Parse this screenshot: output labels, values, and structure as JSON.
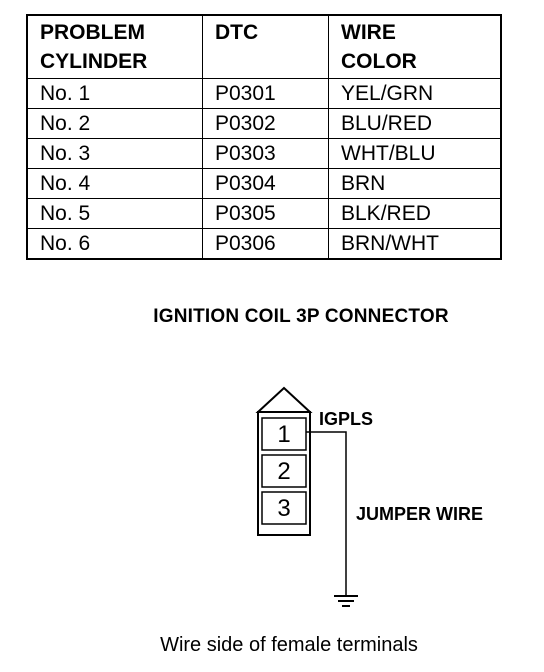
{
  "table": {
    "headers": [
      [
        "PROBLEM",
        "CYLINDER"
      ],
      [
        "DTC"
      ],
      [
        "WIRE",
        "COLOR"
      ]
    ],
    "rows": [
      [
        "No. 1",
        "P0301",
        "YEL/GRN"
      ],
      [
        "No. 2",
        "P0302",
        "BLU/RED"
      ],
      [
        "No. 3",
        "P0303",
        "WHT/BLU"
      ],
      [
        "No. 4",
        "P0304",
        "BRN"
      ],
      [
        "No. 5",
        "P0305",
        "BLK/RED"
      ],
      [
        "No. 6",
        "P0306",
        "BRN/WHT"
      ]
    ]
  },
  "diagram": {
    "title": "IGNITION COIL 3P CONNECTOR",
    "pins": [
      "1",
      "2",
      "3"
    ],
    "pin_label": "IGPLS",
    "wire_label": "JUMPER WIRE",
    "caption": "Wire side of female terminals"
  }
}
